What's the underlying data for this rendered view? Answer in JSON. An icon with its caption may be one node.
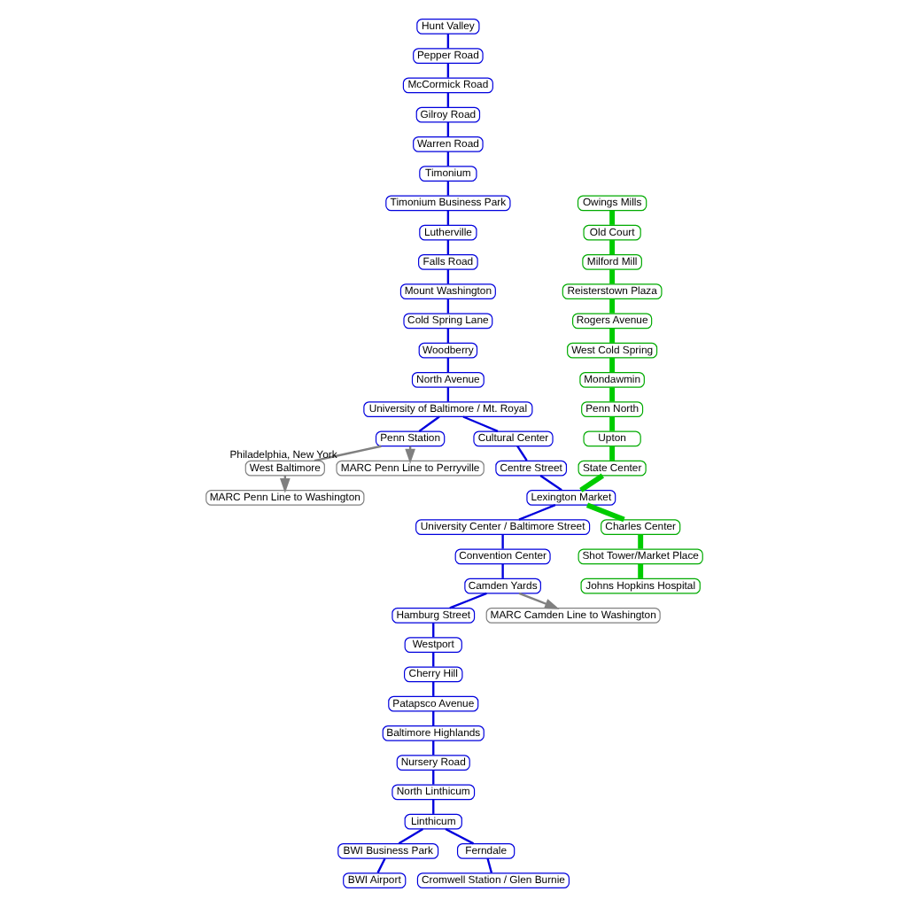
{
  "diagram": {
    "nodes": [
      {
        "text": [
          "Hunt Valley"
        ]
      },
      {
        "text": [
          "Pepper Road"
        ]
      },
      {
        "text": [
          "McCormick Road"
        ]
      },
      {
        "text": [
          "Gilroy Road"
        ]
      },
      {
        "text": [
          "Warren Road"
        ]
      },
      {
        "text": [
          "Timonium"
        ]
      },
      {
        "text": [
          "Timonium Business Park"
        ]
      },
      {
        "text": [
          "Lutherville"
        ]
      },
      {
        "text": [
          "Falls Road"
        ]
      },
      {
        "text": [
          "Mount Washington"
        ]
      },
      {
        "text": [
          "Cold Spring Lane"
        ]
      },
      {
        "text": [
          "Woodberry"
        ]
      },
      {
        "text": [
          "North Avenue"
        ]
      },
      {
        "text": [
          "Penn Station"
        ]
      },
      {
        "text": [
          "University of Baltimore / Mt. Royal"
        ]
      },
      {
        "text": [
          "Cultural Center"
        ]
      },
      {
        "text": [
          "Centre Street"
        ]
      },
      {
        "text": [
          "Lexington Market"
        ]
      },
      {
        "text": [
          "University Center / Baltimore Street"
        ]
      },
      {
        "text": [
          "Convention Center"
        ]
      },
      {
        "text": [
          "Camden Yards"
        ]
      },
      {
        "text": [
          "Hamburg Street"
        ]
      },
      {
        "text": [
          "Westport"
        ]
      },
      {
        "text": [
          "Cherry Hill"
        ]
      },
      {
        "text": [
          "Patapsco Avenue"
        ]
      },
      {
        "text": [
          "Baltimore Highlands"
        ]
      },
      {
        "text": [
          "Nursery Road"
        ]
      },
      {
        "text": [
          "North Linthicum"
        ]
      },
      {
        "text": [
          "Linthicum"
        ]
      },
      {
        "text": [
          "BWI Business Park"
        ]
      },
      {
        "text": [
          "BWI Airport"
        ]
      },
      {
        "text": [
          "Ferndale"
        ]
      },
      {
        "text": [
          "Cromwell Station / Glen Burnie"
        ]
      },
      {
        "text": [
          "Owings Mills"
        ]
      },
      {
        "text": [
          "Old Court"
        ]
      },
      {
        "text": [
          "Milford Mill"
        ]
      },
      {
        "text": [
          "Reisterstown Plaza"
        ]
      },
      {
        "text": [
          "Rogers Avenue"
        ]
      },
      {
        "text": [
          "West Cold Spring"
        ]
      },
      {
        "text": [
          "Mondawmin"
        ]
      },
      {
        "text": [
          "Penn North"
        ]
      },
      {
        "text": [
          "Upton"
        ]
      },
      {
        "text": [
          "State Center"
        ]
      },
      {
        "text": [
          "Charles Center"
        ]
      },
      {
        "text": [
          "Shot Tower/Market Place"
        ]
      },
      {
        "text": [
          "Johns Hopkins Hospital"
        ]
      },
      {
        "text": [
          "West Baltimore"
        ]
      },
      {
        "text": [
          "MARC Penn Line to Washington"
        ]
      },
      {
        "text": [
          "MARC Penn Line to Perryville"
        ],
        "beside": [
          "Philadelphia, New York"
        ]
      },
      {
        "text": [
          "MARC Camden Line to Washington"
        ]
      }
    ],
    "edges": [
      {
        "from": 0,
        "to": 1,
        "arrow": "none"
      },
      {
        "from": 1,
        "to": 2,
        "arrow": "none"
      },
      {
        "from": 2,
        "to": 3,
        "arrow": "none"
      },
      {
        "from": 3,
        "to": 4,
        "arrow": "none"
      },
      {
        "from": 4,
        "to": 5,
        "arrow": "none"
      },
      {
        "from": 5,
        "to": 6,
        "arrow": "none"
      },
      {
        "from": 6,
        "to": 7,
        "arrow": "none"
      },
      {
        "from": 7,
        "to": 8,
        "arrow": "none"
      },
      {
        "from": 8,
        "to": 9,
        "arrow": "none"
      },
      {
        "from": 9,
        "to": 10,
        "arrow": "none"
      },
      {
        "from": 10,
        "to": 11,
        "arrow": "none"
      },
      {
        "from": 11,
        "to": 12,
        "arrow": "none"
      },
      {
        "from": 12,
        "to": 14,
        "arrow": "none"
      },
      {
        "from": 14,
        "to": 13,
        "arrow": "none"
      },
      {
        "from": 14,
        "to": 15,
        "arrow": "none"
      },
      {
        "from": 15,
        "to": 16,
        "arrow": "none"
      },
      {
        "from": 16,
        "to": 17,
        "arrow": "none"
      },
      {
        "from": 17,
        "to": 18,
        "arrow": "none"
      },
      {
        "from": 18,
        "to": 19,
        "arrow": "none"
      },
      {
        "from": 19,
        "to": 20,
        "arrow": "none"
      },
      {
        "from": 20,
        "to": 21,
        "arrow": "none"
      },
      {
        "from": 21,
        "to": 22,
        "arrow": "none"
      },
      {
        "from": 22,
        "to": 23,
        "arrow": "none"
      },
      {
        "from": 23,
        "to": 24,
        "arrow": "none"
      },
      {
        "from": 24,
        "to": 25,
        "arrow": "none"
      },
      {
        "from": 25,
        "to": 26,
        "arrow": "none"
      },
      {
        "from": 26,
        "to": 27,
        "arrow": "none"
      },
      {
        "from": 27,
        "to": 28,
        "arrow": "none"
      },
      {
        "from": 28,
        "to": 29,
        "arrow": "none"
      },
      {
        "from": 29,
        "to": 30,
        "arrow": "none"
      },
      {
        "from": 28,
        "to": 31,
        "arrow": "none"
      },
      {
        "from": 31,
        "to": 32,
        "arrow": "none"
      },
      {
        "from": 33,
        "to": 34,
        "arrow": "none",
        "style": "thick",
        "color": "#00cc00"
      },
      {
        "from": 34,
        "to": 35,
        "arrow": "none",
        "style": "thick",
        "color": "#00cc00"
      },
      {
        "from": 35,
        "to": 36,
        "arrow": "none",
        "style": "thick",
        "color": "#00cc00"
      },
      {
        "from": 36,
        "to": 37,
        "arrow": "none",
        "style": "thick",
        "color": "#00cc00"
      },
      {
        "from": 37,
        "to": 38,
        "arrow": "none",
        "style": "thick",
        "color": "#00cc00"
      },
      {
        "from": 38,
        "to": 39,
        "arrow": "none",
        "style": "thick",
        "color": "#00cc00"
      },
      {
        "from": 39,
        "to": 40,
        "arrow": "none",
        "style": "thick",
        "color": "#00cc00"
      },
      {
        "from": 40,
        "to": 41,
        "arrow": "none",
        "style": "thick",
        "color": "#00cc00"
      },
      {
        "from": 41,
        "to": 42,
        "arrow": "none",
        "style": "thick",
        "color": "#00cc00"
      },
      {
        "from": 42,
        "to": 17,
        "arrow": "none",
        "style": "thick",
        "color": "#00cc00"
      },
      {
        "from": 17,
        "to": 43,
        "arrow": "none",
        "style": "thick",
        "color": "#00cc00"
      },
      {
        "from": 43,
        "to": 44,
        "arrow": "none",
        "style": "thick",
        "color": "#00cc00"
      },
      {
        "from": 44,
        "to": 45,
        "arrow": "none",
        "style": "thick",
        "color": "#00cc00"
      },
      {
        "from": 13,
        "to": 46,
        "arrow": "none",
        "color": "#808080"
      },
      {
        "from": 46,
        "to": 47,
        "arrow": "to",
        "color": "#808080"
      },
      {
        "from": 13,
        "to": 48,
        "arrow": "to",
        "color": "#808080"
      },
      {
        "from": 20,
        "to": 49,
        "arrow": "to",
        "color": "#808080"
      }
    ]
  }
}
